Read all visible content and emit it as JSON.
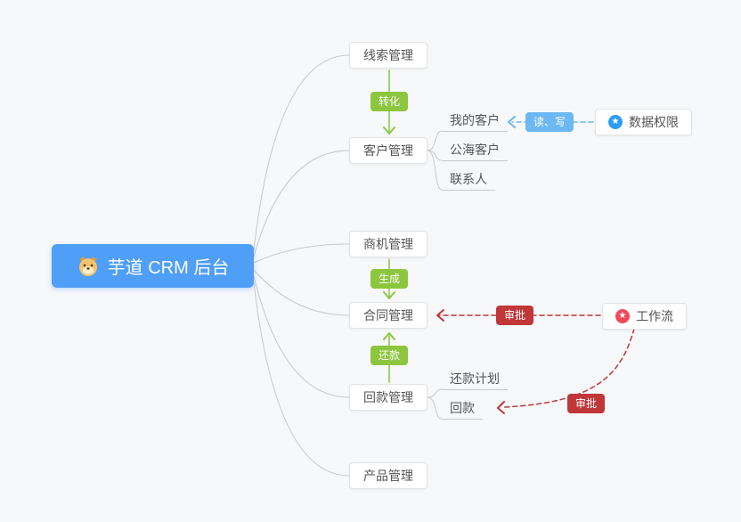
{
  "root": {
    "label": "芋道 CRM 后台",
    "icon": "dog-face",
    "bg_color": "#4f9ef8"
  },
  "modules": {
    "leads": "线索管理",
    "customers": "客户管理",
    "opportunities": "商机管理",
    "contracts": "合同管理",
    "receivables": "回款管理",
    "products": "产品管理"
  },
  "leaves": {
    "my_customers": "我的客户",
    "public_customers": "公海客户",
    "contacts": "联系人",
    "repayment_plan": "还款计划",
    "receivable": "回款"
  },
  "side_nodes": {
    "data_permission": {
      "label": "数据权限",
      "icon": "star",
      "icon_color": "#2d9cf4"
    },
    "workflow": {
      "label": "工作流",
      "icon": "star",
      "icon_color": "#ef4a5b"
    }
  },
  "edge_labels": {
    "convert": "转化",
    "generate": "生成",
    "repay": "还款",
    "read_write": "读、写",
    "approve_contract": "审批",
    "approve_receivable": "审批"
  },
  "icons": {
    "star": "★"
  },
  "colors": {
    "background": "#f7f8fa",
    "root_blue": "#4f9ef8",
    "green": "#8cc63e",
    "blue": "#6cb8f2",
    "red": "#c03639",
    "branch_gray": "#c8c8c8"
  }
}
